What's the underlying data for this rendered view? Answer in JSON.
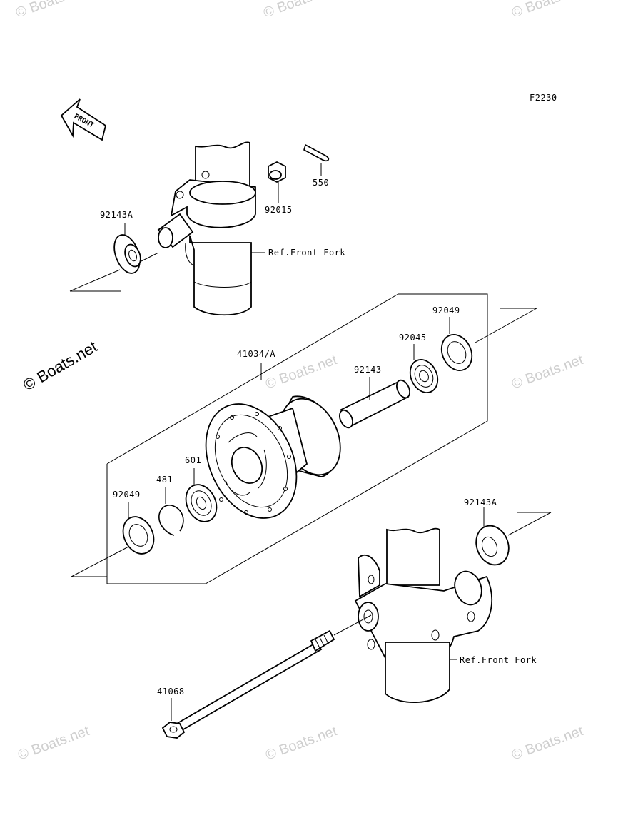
{
  "figure_code": "F2230",
  "front_arrow_text": "FRONT",
  "watermark_text": "© Boats.net",
  "labels": {
    "p550": "550",
    "p92015": "92015",
    "p92143A_top": "92143A",
    "ref_front_fork_top": "Ref.Front Fork",
    "p41034A": "41034/A",
    "p92049_right": "92049",
    "p92045": "92045",
    "p92143": "92143",
    "p601": "601",
    "p481": "481",
    "p92049_left": "92049",
    "p92143A_bottom": "92143A",
    "ref_front_fork_bottom": "Ref.Front Fork",
    "p41068": "41068"
  }
}
